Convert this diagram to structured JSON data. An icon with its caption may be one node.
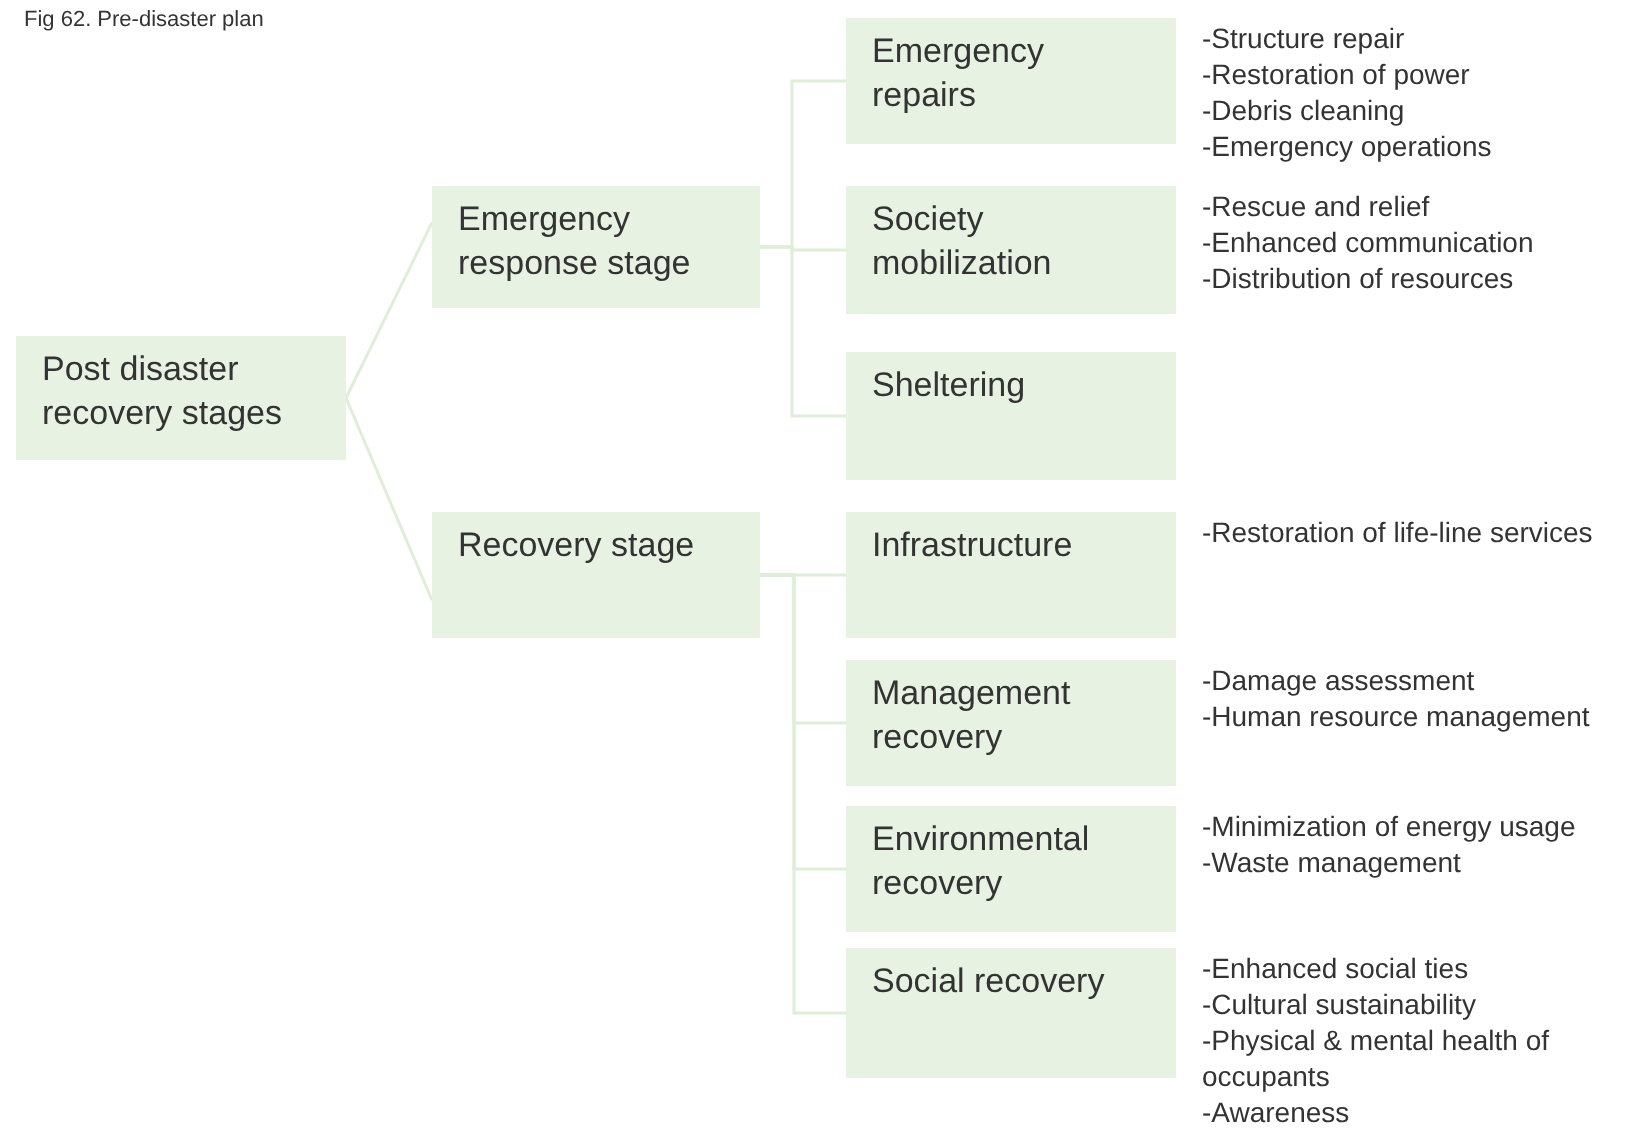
{
  "diagram": {
    "title": "Fig 62. Pre-disaster plan",
    "nodes": [
      {
        "text": [
          "Post disaster recovery stages"
        ]
      },
      {
        "text": [
          "Emergency response stage"
        ]
      },
      {
        "text": [
          "Recovery stage"
        ]
      },
      {
        "text": [
          "Emergency repairs"
        ],
        "beside": [
          "-Structure repair",
          "-Restoration of power",
          "-Debris cleaning",
          "-Emergency operations"
        ]
      },
      {
        "text": [
          "Society mobilization"
        ],
        "beside": [
          "-Rescue and relief",
          "-Enhanced communication",
          "-Distribution of resources"
        ]
      },
      {
        "text": [
          "Sheltering"
        ]
      },
      {
        "text": [
          "Infrastructure"
        ],
        "beside": [
          "-Restoration of life-line services"
        ]
      },
      {
        "text": [
          "Management recovery"
        ],
        "beside": [
          "-Damage assessment",
          "-Human resource management"
        ]
      },
      {
        "text": [
          "Environmental recovery"
        ],
        "beside": [
          "-Minimization of energy usage",
          "-Waste management"
        ]
      },
      {
        "text": [
          "Social recovery"
        ],
        "beside": [
          "-Enhanced social ties",
          "-Cultural sustainability",
          "-Physical & mental health of occupants",
          "-Awareness"
        ]
      }
    ],
    "edges": [
      {
        "from": 0,
        "to": 1,
        "arrow": "none"
      },
      {
        "from": 0,
        "to": 2,
        "arrow": "none"
      },
      {
        "from": 1,
        "to": 3,
        "arrow": "none"
      },
      {
        "from": 1,
        "to": 4,
        "arrow": "none"
      },
      {
        "from": 1,
        "to": 5,
        "arrow": "none"
      },
      {
        "from": 2,
        "to": 6,
        "arrow": "none"
      },
      {
        "from": 2,
        "to": 7,
        "arrow": "none"
      },
      {
        "from": 2,
        "to": 8,
        "arrow": "none"
      },
      {
        "from": 2,
        "to": 9,
        "arrow": "none"
      }
    ]
  }
}
